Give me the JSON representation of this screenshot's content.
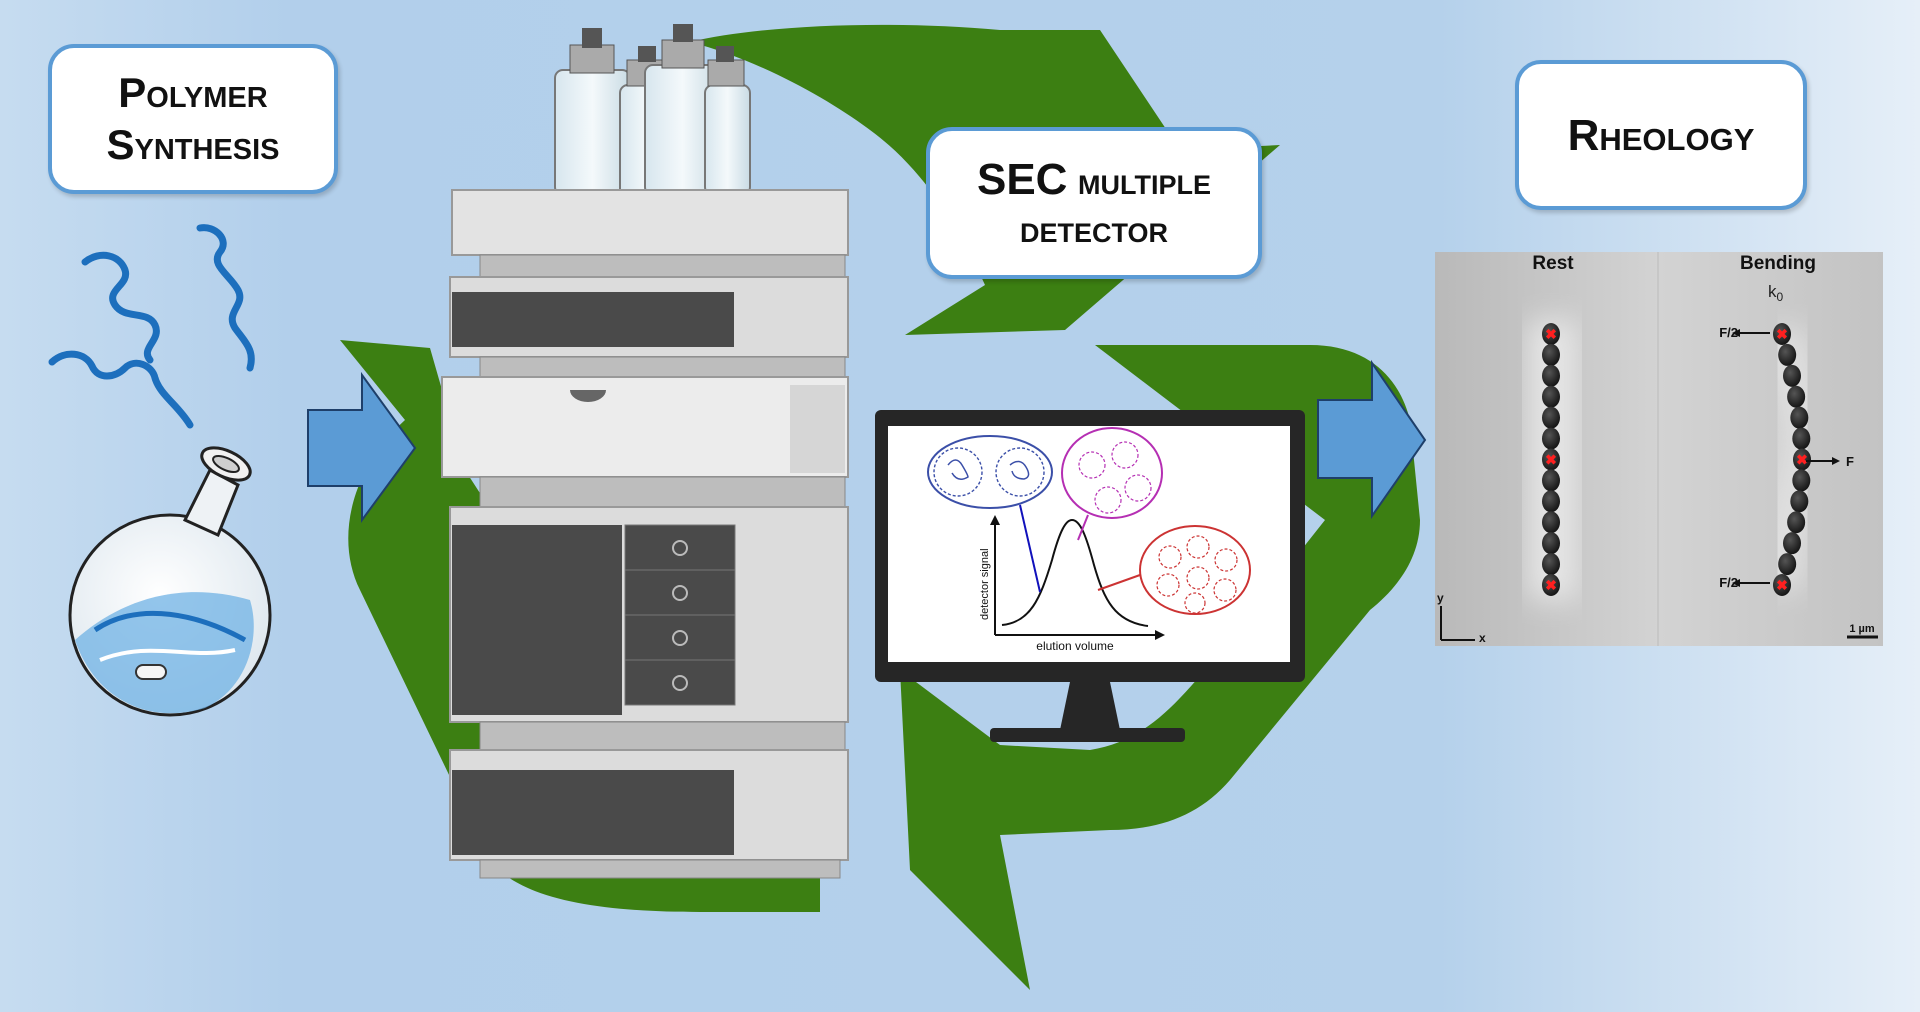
{
  "labels": {
    "polymer_line1": "Polymer",
    "polymer_line2": "Synthesis",
    "sec_line1_strong": "SEC",
    "sec_line1_rest": "multiple",
    "sec_line2": "detector",
    "rheology": "Rheology"
  },
  "monitor_plot": {
    "ylabel": "detector signal",
    "xlabel": "elution volume"
  },
  "rheology_panel": {
    "rest_label": "Rest",
    "bending_label": "Bending",
    "k_label": "k",
    "k_sub": "0",
    "force_half_top": "F/2",
    "force_mid": "F",
    "force_half_bottom": "F/2",
    "axis_y": "y",
    "axis_x": "x",
    "scale_bar": "1 µm"
  },
  "colors": {
    "background": "#b5d2ec",
    "recycle_green": "#3c7f12",
    "flow_arrow": "#5b9bd5",
    "box_border": "#5b9bd5",
    "small_coil": "#3b4fa8",
    "medium_coil": "#b52fb3",
    "large_coil": "#cc3333",
    "polymer_chain": "#1d6fbd"
  }
}
